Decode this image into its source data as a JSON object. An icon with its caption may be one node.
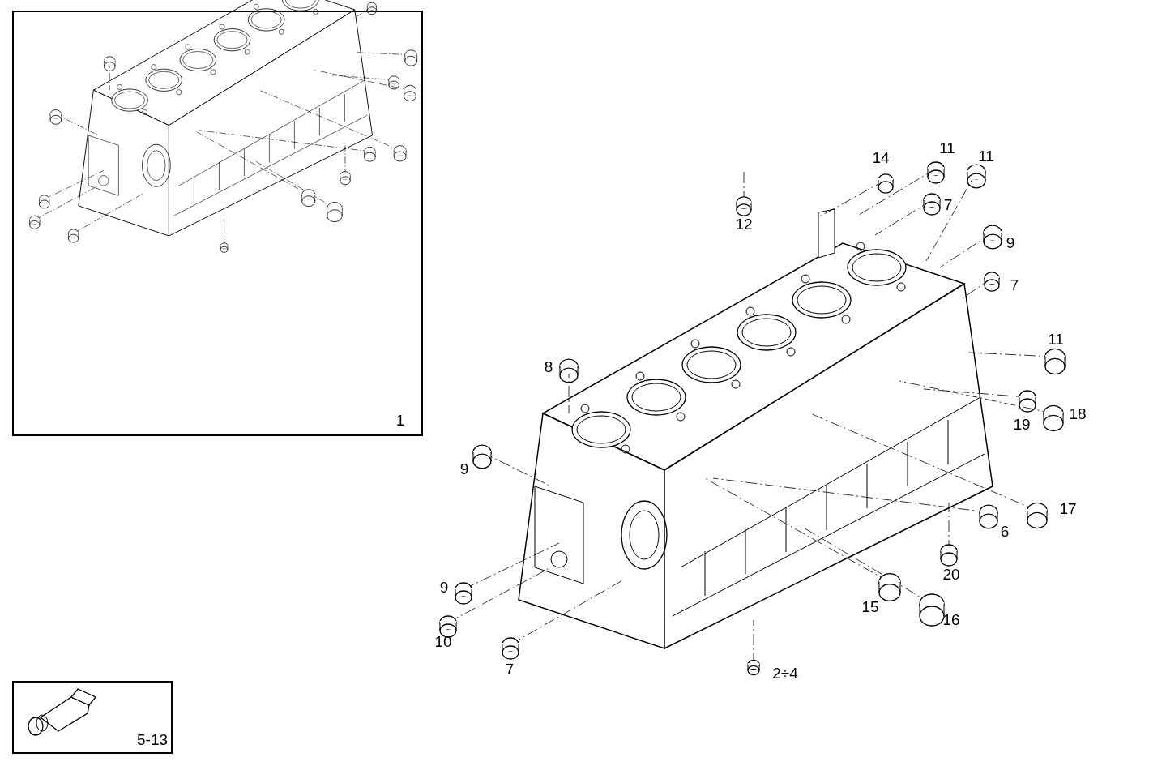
{
  "diagram": {
    "nodes": [
      {
        "text": [
          "1"
        ]
      },
      {
        "text": [
          "5-13"
        ]
      }
    ],
    "labels": [
      "14",
      "11",
      "11",
      "12",
      "7",
      "9",
      "7",
      "11",
      "8",
      "19",
      "18",
      "9",
      "17",
      "6",
      "20",
      "9",
      "15",
      "16",
      "10",
      "7",
      "2÷4"
    ]
  }
}
